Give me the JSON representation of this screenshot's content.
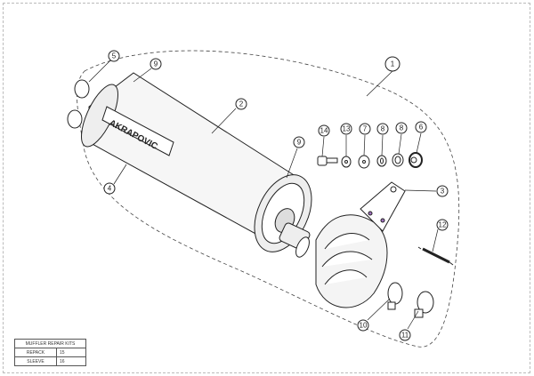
{
  "brand_label": "AKRAPOVIC",
  "callouts": [
    {
      "id": "1"
    },
    {
      "id": "2"
    },
    {
      "id": "3"
    },
    {
      "id": "4"
    },
    {
      "id": "5"
    },
    {
      "id": "6"
    },
    {
      "id": "7"
    },
    {
      "id": "8"
    },
    {
      "id": "8"
    },
    {
      "id": "9"
    },
    {
      "id": "9"
    },
    {
      "id": "10"
    },
    {
      "id": "11"
    },
    {
      "id": "12"
    },
    {
      "id": "13"
    },
    {
      "id": "14"
    }
  ],
  "repair_kits": {
    "title": "MUFFLER REPAIR KITS",
    "rows": [
      {
        "name": "REPACK",
        "number": "15"
      },
      {
        "name": "SLEEVE",
        "number": "16"
      }
    ]
  }
}
